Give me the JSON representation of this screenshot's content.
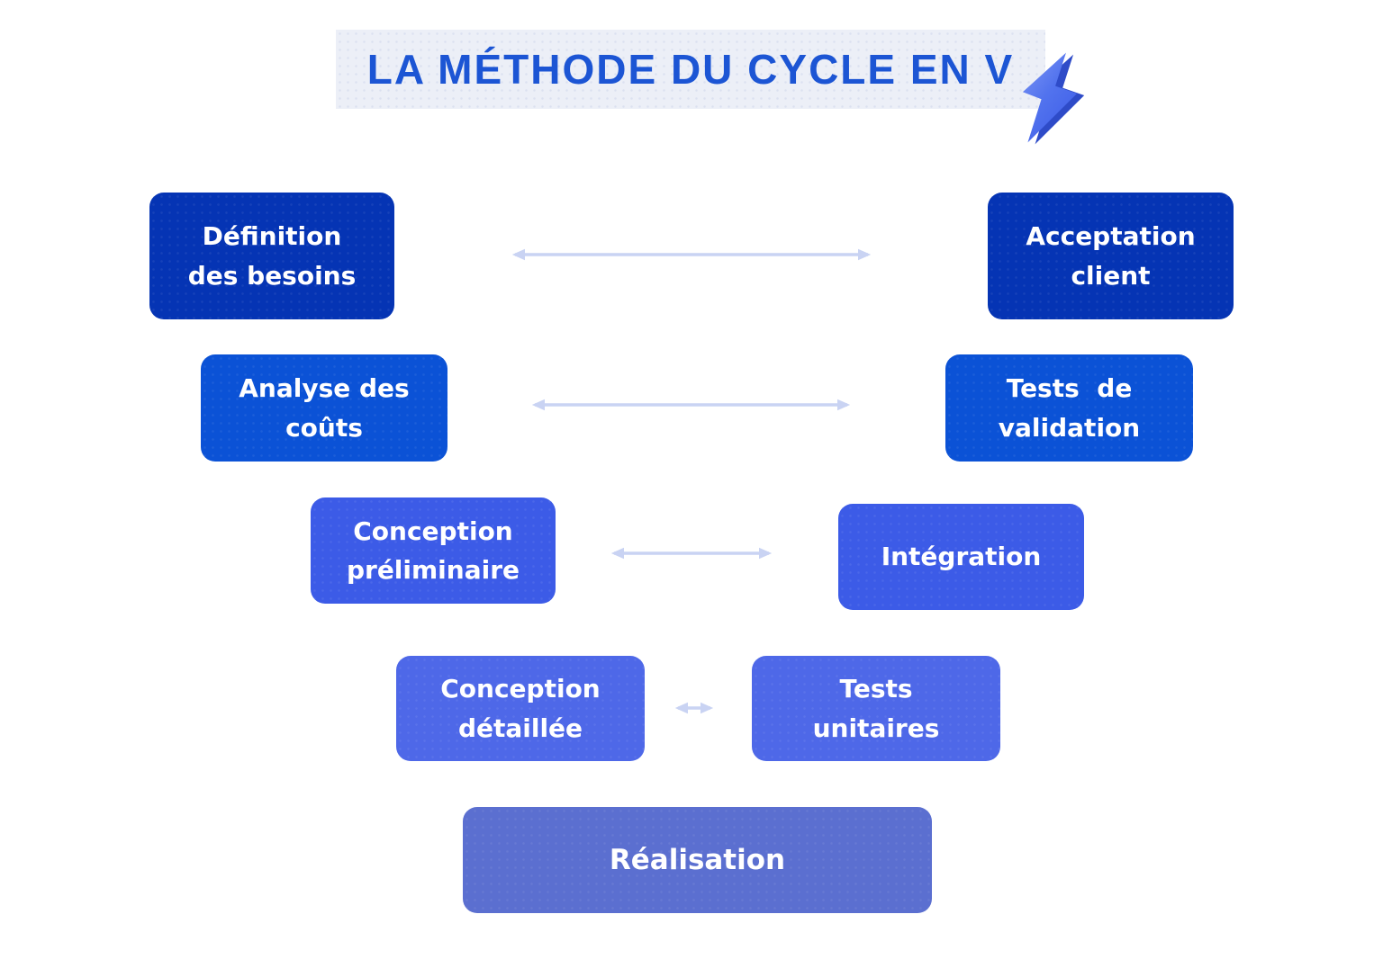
{
  "title": {
    "label": "LA MÉTHODE DU CYCLE EN V",
    "icon": "lightning-bolt-3d-icon"
  },
  "colors": {
    "title_text": "#1C55D4",
    "title_background": "#ECEFF7",
    "level1_box": "#0534B4",
    "level2_box": "#0B52D6",
    "level3_box": "#3C5BE7",
    "level4_box": "#4E68E8",
    "level5_box": "#5B6FD0",
    "box_text": "#FFFFFF",
    "arrow": "#C9D3F3",
    "bolt_front": "#5273EE",
    "bolt_shadow": "#2E4BC8"
  },
  "stages": [
    {
      "id": "definition-des-besoins",
      "label": "Définition des besoins",
      "line1": "Définition",
      "line2": "des besoins",
      "side": "left",
      "level": 1
    },
    {
      "id": "acceptation-client",
      "label": "Acceptation client",
      "line1": "Acceptation",
      "line2": "client",
      "side": "right",
      "level": 1
    },
    {
      "id": "analyse-des-couts",
      "label": "Analyse des coûts",
      "line1": "Analyse des",
      "line2": "coûts",
      "side": "left",
      "level": 2
    },
    {
      "id": "tests-de-validation",
      "label": "Tests  de validation",
      "line1": "Tests  de",
      "line2": "validation",
      "side": "right",
      "level": 2
    },
    {
      "id": "conception-preliminaire",
      "label": "Conception préliminaire",
      "line1": "Conception",
      "line2": "préliminaire",
      "side": "left",
      "level": 3
    },
    {
      "id": "integration",
      "label": "Intégration",
      "line1": "Intégration",
      "line2": "",
      "side": "right",
      "level": 3
    },
    {
      "id": "conception-detaillee",
      "label": "Conception détaillée",
      "line1": "Conception",
      "line2": "détaillée",
      "side": "left",
      "level": 4
    },
    {
      "id": "tests-unitaires",
      "label": "Tests unitaires",
      "line1": "Tests",
      "line2": "unitaires",
      "side": "right",
      "level": 4
    },
    {
      "id": "realisation",
      "label": "Réalisation",
      "line1": "Réalisation",
      "line2": "",
      "side": "center",
      "level": 5
    }
  ],
  "connectors": [
    {
      "between": [
        "definition-des-besoins",
        "acceptation-client"
      ],
      "type": "double-arrow"
    },
    {
      "between": [
        "analyse-des-couts",
        "tests-de-validation"
      ],
      "type": "double-arrow"
    },
    {
      "between": [
        "conception-preliminaire",
        "integration"
      ],
      "type": "double-arrow"
    },
    {
      "between": [
        "conception-detaillee",
        "tests-unitaires"
      ],
      "type": "double-arrow"
    }
  ]
}
